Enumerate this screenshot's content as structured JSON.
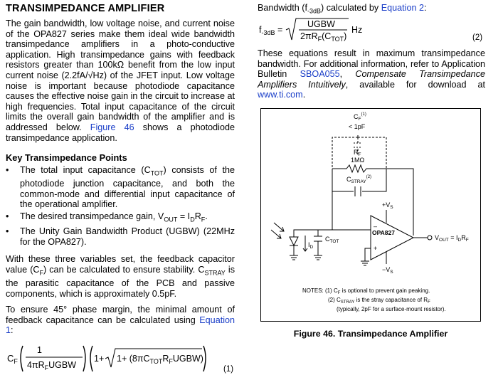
{
  "left": {
    "title": "TRANSIMPEDANCE AMPLIFIER",
    "intro_pre": "The gain bandwidth, low voltage noise, and current noise of the OPA827 series make them ideal wide bandwidth transimpedance amplifiers in a photo-conductive application. High transimpedance gains with feedback resistors greater than 100kΩ benefit from the low input current noise (2.2fA/√Hz) of the JFET input. Low voltage noise is important because photodiode capacitance causes the effective noise gain in the circuit to increase at high frequencies. Total input capacitance of the circuit limits the overall gain bandwidth of the amplifier and is addressed below. ",
    "intro_link": "Figure 46",
    "intro_post": " shows a photodiode transimpedance application.",
    "key_title": "Key Transimpedance Points",
    "points": [
      "The total input capacitance (CTOT) consists of the photodiode junction capacitance, and both the common-mode and differential input capacitance of the operational amplifier.",
      "The desired transimpedance gain, VOUT = IDRF.",
      "The Unity Gain Bandwidth Product (UGBW) (22MHz for the OPA827)."
    ],
    "para2": "With these three variables set, the feedback capacitor value (CF) can be calculated to ensure stability. CSTRAY is the parasitic capacitance of the PCB and passive components, which is approximately 0.5pF.",
    "para3_pre": "To ensure 45° phase margin, the minimal amount of feedback capacitance can be calculated using ",
    "para3_link": "Equation 1",
    "para3_post": ":",
    "eq1": {
      "lhs": "CF",
      "frac_num": "1",
      "frac_den": "4πRFUGBW",
      "sqrt_content": "1+ (8πCTOTRFUGBW)",
      "label": "(1)"
    }
  },
  "right": {
    "bw_pre": "Bandwidth (f",
    "bw_sub": "-3dB",
    "bw_mid": ") calculated by ",
    "bw_link": "Equation 2",
    "bw_post": ":",
    "eq2": {
      "lhs": "f-3dB =",
      "num": "UGBW",
      "den": "2πRF(CTOT)",
      "unit": "Hz",
      "label": "(2)"
    },
    "para_pre": "These equations result in maximum transimpedance bandwidth. For additional information, refer to Application Bulletin ",
    "para_link": "SBOA055",
    "para_italic": "Compensate Transimpedance Amplifiers Intuitively",
    "para_post": ", available for download at ",
    "para_url": "www.ti.com",
    "figure": {
      "cf_label": "CF",
      "cf_note": "(1)",
      "cf_value": "< 1pF",
      "rf_label": "RF",
      "rf_value": "1MΩ",
      "cstray_label": "CSTRAY",
      "cstray_note": "(2)",
      "vplus": "+VS",
      "vminus": "-VS",
      "opamp_label": "OPA827",
      "inv_sign": "–",
      "noninv_sign": "+",
      "id_label": "ID",
      "ctot_label": "CTOT",
      "vout_label": "VOUT = IDRF",
      "notes_head": "NOTES: (1) CF is optional to prevent gain peaking.",
      "notes_2a": "(2) CSTRAY is the stray capacitance of RF",
      "notes_2b": "(typically, 2pF for a surface-mount resistor)."
    },
    "caption": "Figure 46. Transimpedance Amplifier"
  }
}
